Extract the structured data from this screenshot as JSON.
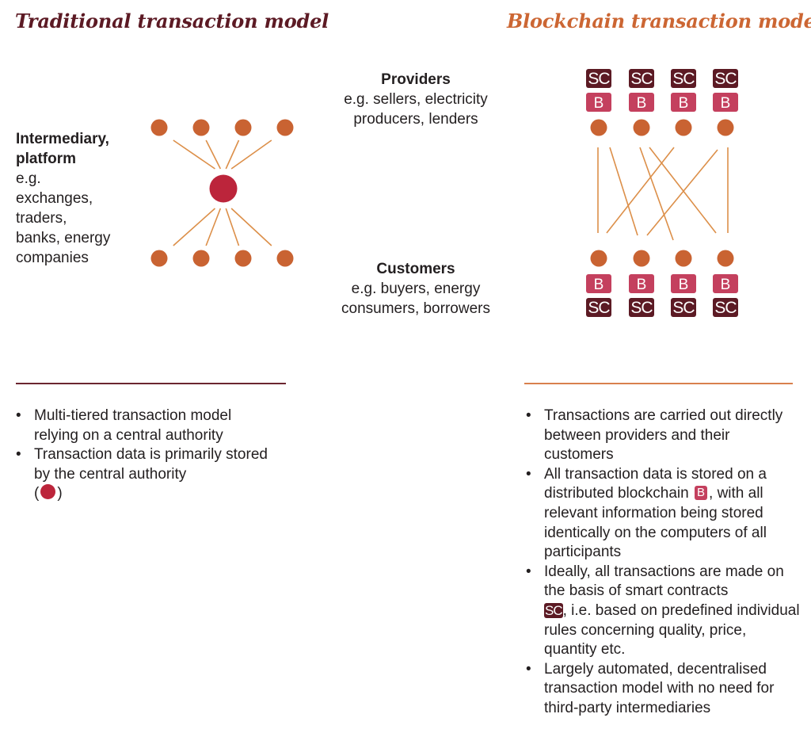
{
  "titles": {
    "traditional": "Traditional transaction model",
    "blockchain": "Blockchain transaction model"
  },
  "traditional": {
    "intermediary_heading_1": "Intermediary,",
    "intermediary_heading_2": "platform",
    "intermediary_examples": [
      "e.g.",
      "exchanges,",
      "traders,",
      "banks, energy",
      "companies"
    ],
    "top_nodes": 4,
    "bottom_nodes": 4,
    "bullets": [
      {
        "text": "Multi-tiered transaction model relying on a central authority"
      },
      {
        "text": "Transaction data is primarily stored by the central authority",
        "suffix_open": "(",
        "suffix_close": ")",
        "inline_icon": "central-authority-dot"
      }
    ]
  },
  "middle": {
    "providers_heading": "Providers",
    "providers_examples": [
      "e.g. sellers, electricity",
      "producers, lenders"
    ],
    "customers_heading": "Customers",
    "customers_examples": [
      "e.g. buyers, energy",
      "consumers, borrowers"
    ]
  },
  "blockchain": {
    "badge_sc": "SC",
    "badge_b": "B",
    "providers": 4,
    "customers": 4,
    "connections": [
      {
        "from": 1,
        "to": 1
      },
      {
        "from": 1,
        "to": 2
      },
      {
        "from": 2,
        "to": 3
      },
      {
        "from": 2,
        "to": 4
      },
      {
        "from": 3,
        "to": 1
      },
      {
        "from": 4,
        "to": 2
      },
      {
        "from": 4,
        "to": 4
      }
    ],
    "bullets": [
      {
        "text": "Transactions are carried out directly between providers and their customers"
      },
      {
        "pre": "All transaction data is stored on a distributed blockchain",
        "badge": "B",
        "post": ", with all relevant information being stored identically on the computers of all participants"
      },
      {
        "pre": "Ideally, all transactions are made on the basis of smart contracts",
        "badge": "SC",
        "post": ", i.e. based on predefined individual rules concerning quality, price, quantity etc."
      },
      {
        "text": "Largely automated, decentralised transaction model with no need for third-party intermediaries"
      }
    ]
  },
  "colors": {
    "dark_red": "#5c1a24",
    "orange": "#cc6633",
    "node_orange": "#c96332",
    "line_orange": "#dc8f49",
    "central_red": "#bc253b",
    "badge_pink": "#c4405e"
  }
}
